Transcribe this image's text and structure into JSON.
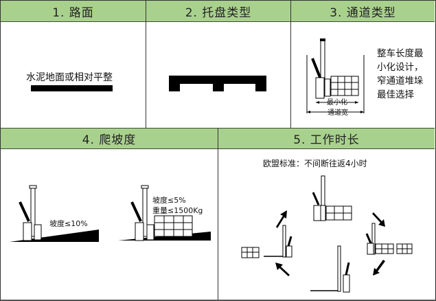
{
  "sections": [
    {
      "title": "1.  路面",
      "caption": "水泥地面或相对平整"
    },
    {
      "title": "2.  托盘类型"
    },
    {
      "title": "3.  通道类型",
      "caption_lines": [
        "整车长度最",
        "小化设计，",
        "窄通道堆垛",
        "最佳选择"
      ],
      "dim_labels": {
        "inner": "最小化",
        "outer": "通道宽"
      }
    },
    {
      "title": "4.  爬坡度",
      "left_label": "坡度≤10%",
      "right_label_lines": [
        "坡度≤5%",
        "重量≤1500Kg"
      ]
    },
    {
      "title": "5.  工作时长",
      "caption": "欧盟标准：不间断往返4小时"
    }
  ],
  "colors": {
    "header_bg": "#a9d18e",
    "border": "#333333",
    "ink": "#000000"
  }
}
